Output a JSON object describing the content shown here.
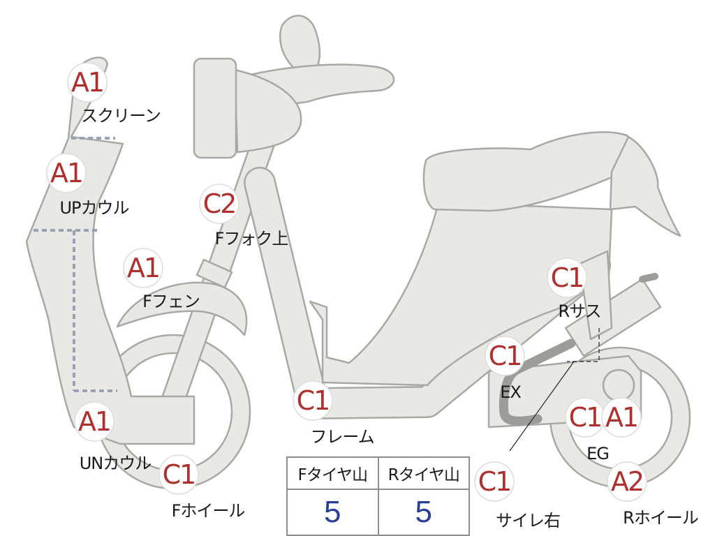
{
  "badges": [
    {
      "id": "screen",
      "code": "A1",
      "label": "スクリーン"
    },
    {
      "id": "upcowl",
      "code": "A1",
      "label": "UPカウル"
    },
    {
      "id": "ffork",
      "code": "C2",
      "label": "Fフォク上"
    },
    {
      "id": "ffender",
      "code": "A1",
      "label": "Fフェン"
    },
    {
      "id": "rsus",
      "code": "C1",
      "label": "Rサス"
    },
    {
      "id": "ex",
      "code": "C1",
      "label": "EX"
    },
    {
      "id": "frame",
      "code": "C1",
      "label": "フレーム"
    },
    {
      "id": "uncowl",
      "code": "A1",
      "label": "UNカウル"
    },
    {
      "id": "fwheel",
      "code": "C1",
      "label": "Fホイール"
    },
    {
      "id": "eg",
      "codes": [
        "C1",
        "A1"
      ],
      "label": "EG"
    },
    {
      "id": "silencer",
      "code": "C1",
      "label": "サイレ右"
    },
    {
      "id": "rwheel",
      "code": "A2",
      "label": "Rホイール"
    }
  ],
  "tire_table": {
    "headers": [
      "Fタイヤ山",
      "Rタイヤ山"
    ],
    "values": [
      "5",
      "5"
    ]
  }
}
